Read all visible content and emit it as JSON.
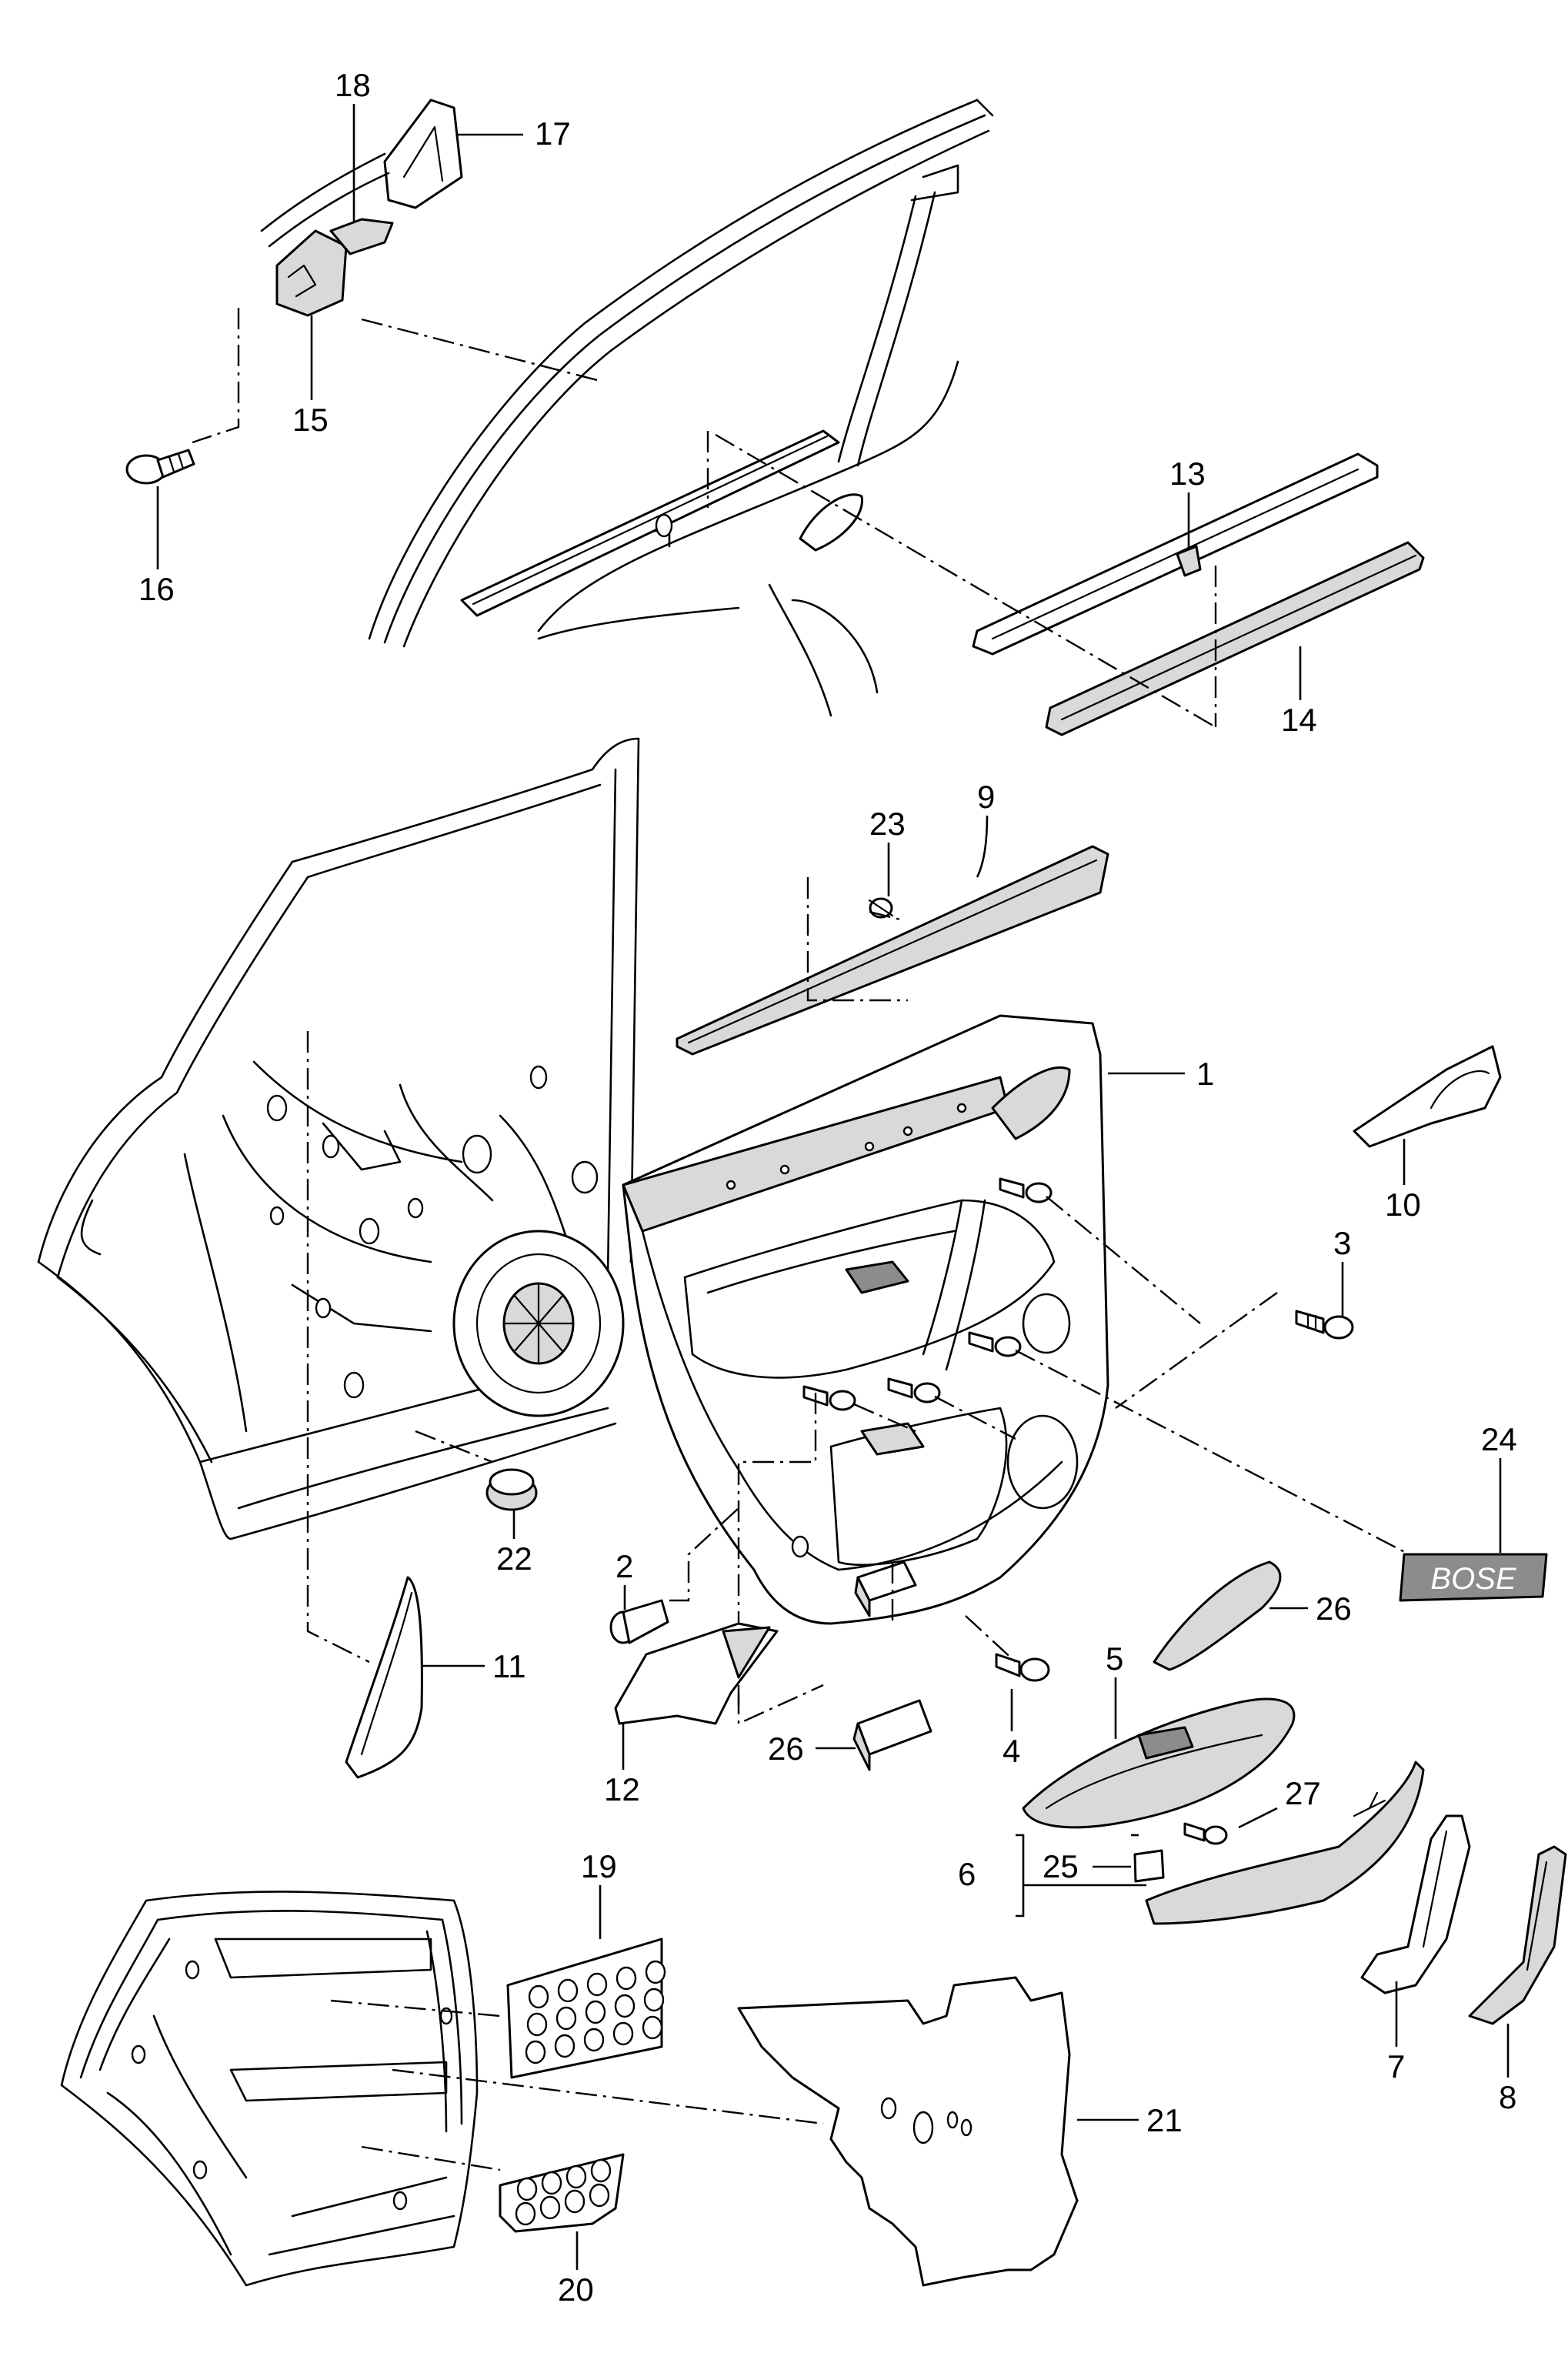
{
  "diagram": {
    "callouts": [
      {
        "id": "c1",
        "text": "1"
      },
      {
        "id": "c2",
        "text": "2"
      },
      {
        "id": "c3",
        "text": "3"
      },
      {
        "id": "c4",
        "text": "4"
      },
      {
        "id": "c5",
        "text": "5"
      },
      {
        "id": "c6",
        "text": "6"
      },
      {
        "id": "c7",
        "text": "7"
      },
      {
        "id": "c8",
        "text": "8"
      },
      {
        "id": "c9",
        "text": "9"
      },
      {
        "id": "c10",
        "text": "10"
      },
      {
        "id": "c11",
        "text": "11"
      },
      {
        "id": "c12",
        "text": "12"
      },
      {
        "id": "c13",
        "text": "13"
      },
      {
        "id": "c14",
        "text": "14"
      },
      {
        "id": "c15",
        "text": "15"
      },
      {
        "id": "c16",
        "text": "16"
      },
      {
        "id": "c17",
        "text": "17"
      },
      {
        "id": "c18",
        "text": "18"
      },
      {
        "id": "c19",
        "text": "19"
      },
      {
        "id": "c20",
        "text": "20"
      },
      {
        "id": "c21",
        "text": "21"
      },
      {
        "id": "c22",
        "text": "22"
      },
      {
        "id": "c23",
        "text": "23"
      },
      {
        "id": "c24",
        "text": "24"
      },
      {
        "id": "c25",
        "text": "25"
      },
      {
        "id": "c26a",
        "text": "26"
      },
      {
        "id": "c26b",
        "text": "26"
      },
      {
        "id": "c27",
        "text": "27"
      }
    ],
    "badge_text": "BOSE"
  }
}
